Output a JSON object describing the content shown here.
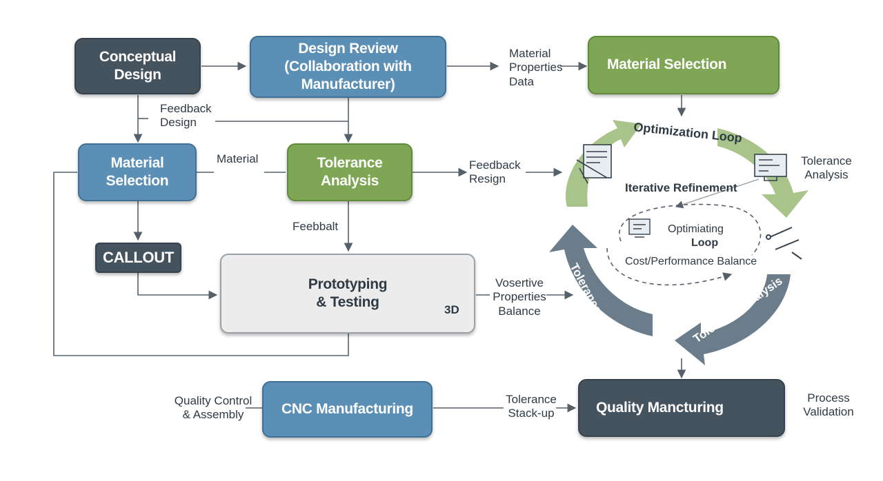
{
  "nodes": {
    "conceptual_design": "Conceptual Design",
    "design_review": "Design Review (Collaboration with Manufacturer)",
    "material_selection_top": "Material Selection",
    "material_selection_left": "Material Selection",
    "tolerance_analysis": "Tolerance Analysis",
    "callout": "CALLOUT",
    "prototyping_testing": "Prototyping & Testing",
    "cnc_manufacturing": "CNC Manufacturing",
    "quality_manufacturing": "Quality Mancturing"
  },
  "labels": {
    "material_properties_data": "Material Properties Data",
    "feedback_design": "Feedback Design",
    "material": "Material",
    "feedback_resign": "Feedback Resign",
    "feebbalt": "Feebbalt",
    "vosertive_properties_balance": "Vosertive Properties Balance",
    "quality_control_assembly": "Quality Control & Assembly",
    "tolerance_stackup": "Tolerance Stack-up",
    "process_validation": "Process Validation",
    "optimization_loop": "Optimization Loop",
    "iterative_refinement": "Iterative Refinement",
    "tolerance_analysis_right": "Tolerance Analysis",
    "optimiating": "Optimiating",
    "loop": "Loop",
    "cost_performance_balance": "Cost/Performance Balance",
    "tolerance_cottolis": "Tolerance Cottolis",
    "tolerance_analysis_arrow": "Tolerance Analysis",
    "three_d": "3D",
    "screen_3d": "3D"
  },
  "colors": {
    "dark": "#45535f",
    "blue": "#5b8fb5",
    "green": "#7fa654",
    "light_green": "#a9c48a",
    "slate": "#6b7c8a",
    "line": "#55606b"
  }
}
